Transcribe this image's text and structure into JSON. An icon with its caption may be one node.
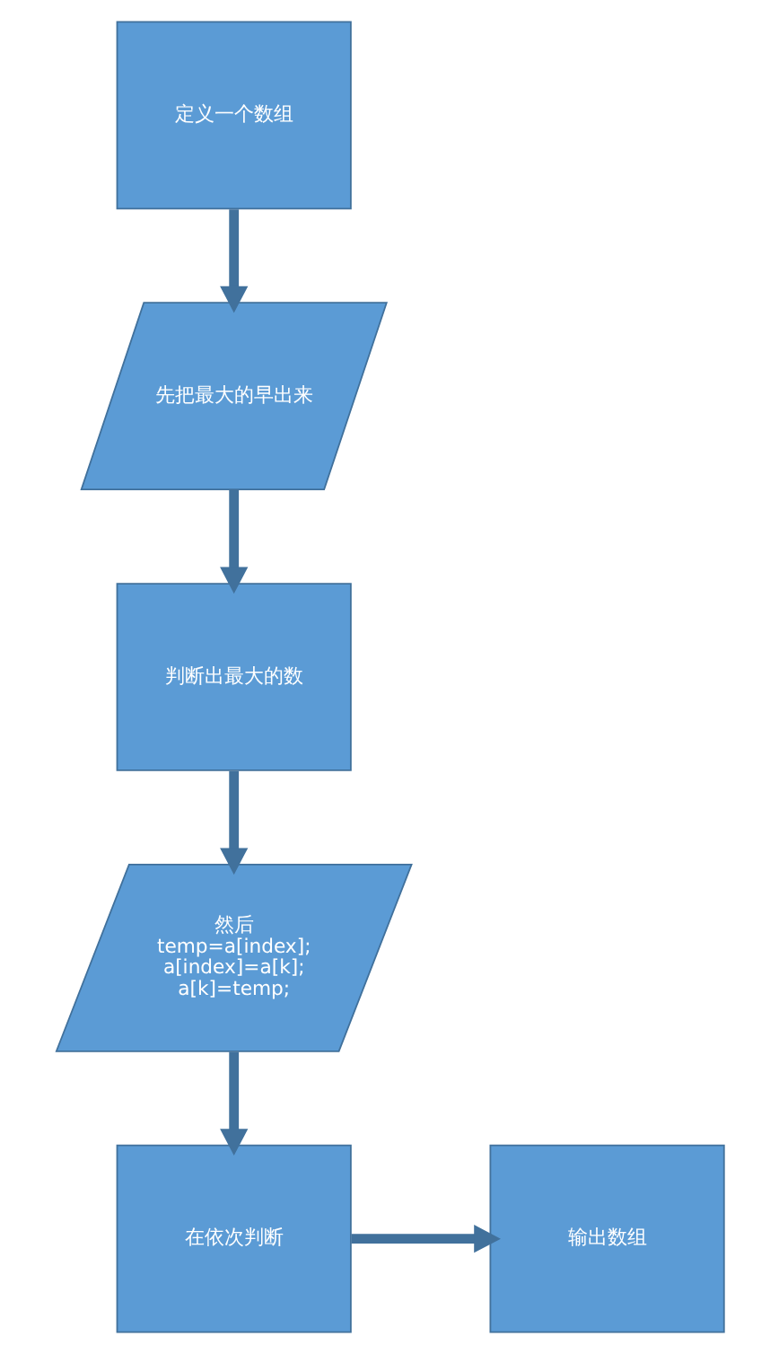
{
  "diagram": {
    "nodes": [
      {
        "text": [
          "定义一个数组"
        ]
      },
      {
        "text": [
          "先把最大的早出来"
        ]
      },
      {
        "text": [
          "判断出最大的数"
        ]
      },
      {
        "text": [
          "然后",
          "temp=a[index];",
          "a[index]=a[k];",
          "a[k]=temp;"
        ]
      },
      {
        "text": [
          "在依次判断"
        ]
      },
      {
        "text": [
          "输出数组"
        ]
      }
    ],
    "edges": [
      {
        "from": 0,
        "to": 1,
        "arrow": "to"
      },
      {
        "from": 1,
        "to": 2,
        "arrow": "to"
      },
      {
        "from": 2,
        "to": 3,
        "arrow": "to"
      },
      {
        "from": 3,
        "to": 4,
        "arrow": "to"
      },
      {
        "from": 4,
        "to": 5,
        "arrow": "to"
      }
    ]
  }
}
